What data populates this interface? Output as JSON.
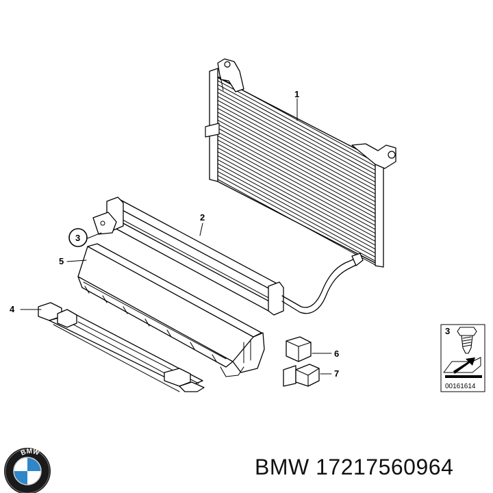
{
  "callouts": {
    "c1": "1",
    "c2": "2",
    "c3": "3",
    "c4": "4",
    "c5": "5",
    "c6": "6",
    "c7": "7"
  },
  "inset": {
    "callout": "3",
    "code": "00161614"
  },
  "logo": {
    "text": "BMW"
  },
  "caption": "BMW 17217560964"
}
